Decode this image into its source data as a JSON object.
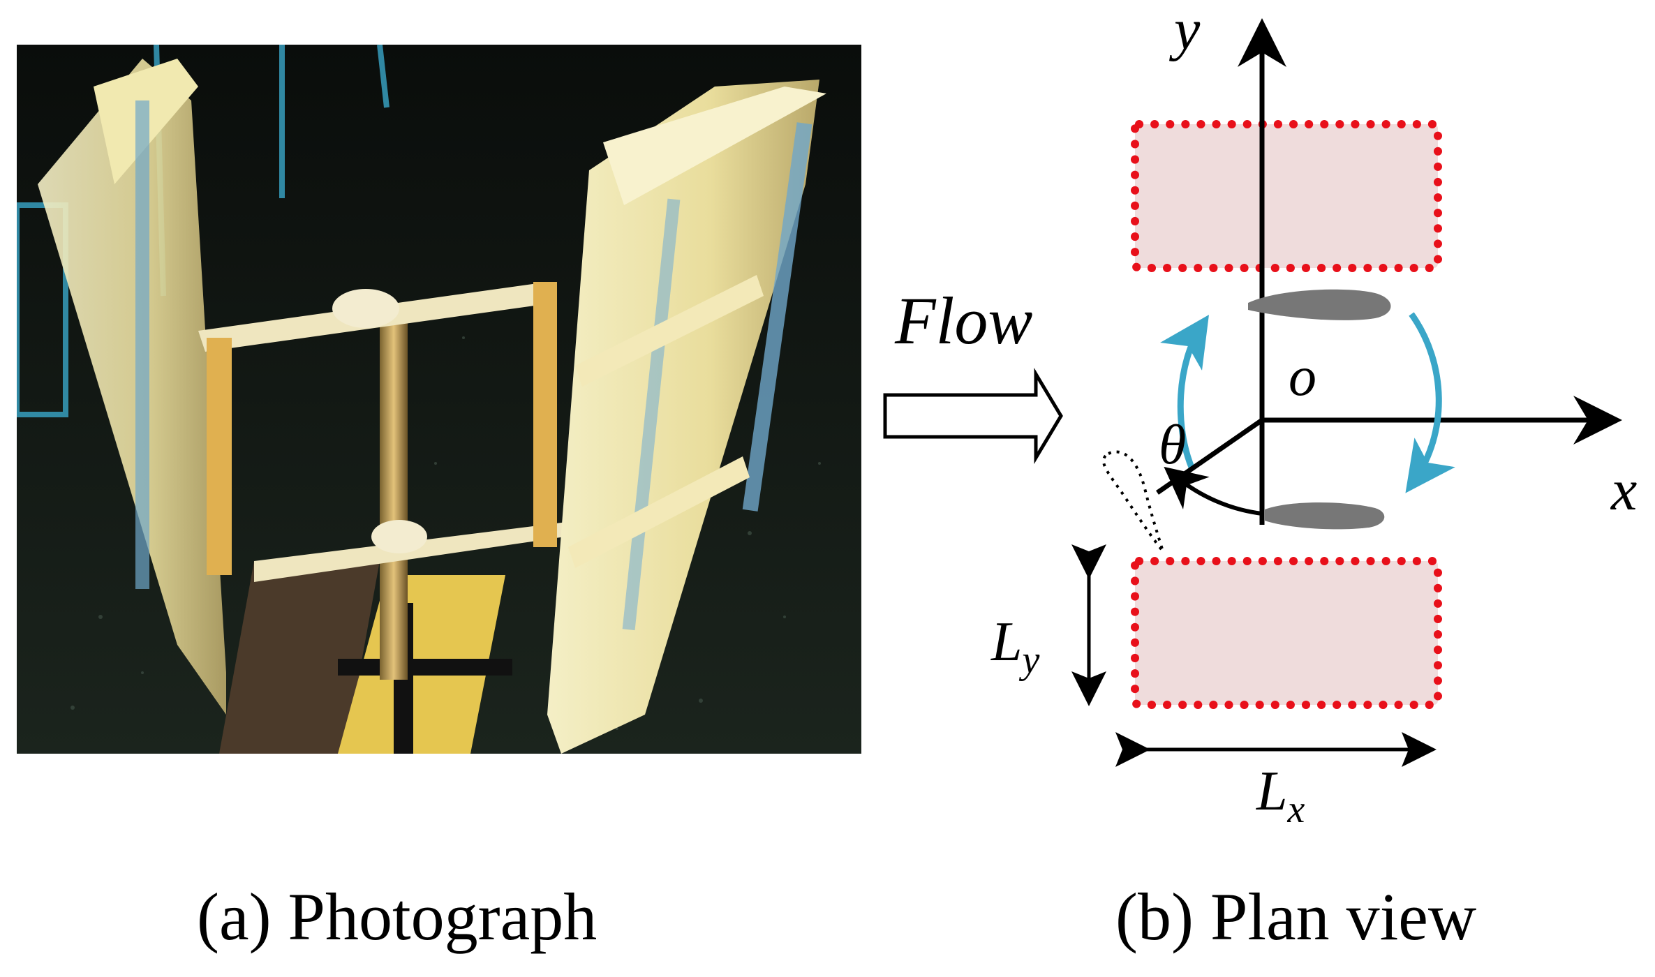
{
  "photo": {
    "caption": "(a) Photograph"
  },
  "plan_view": {
    "caption": "(b) Plan view",
    "flow_label": "Flow",
    "axis_x_label": "x",
    "axis_y_label": "y",
    "origin_label": "o",
    "angle_label": "θ",
    "dimension_y_label": "L",
    "dimension_y_subscript": "y",
    "dimension_x_label": "L",
    "dimension_x_subscript": "x"
  },
  "colors": {
    "zone_fill": "#efdcdc",
    "zone_border": "#e8101a",
    "rotation_arrow": "#3aa6c8",
    "blade": "#777777"
  }
}
